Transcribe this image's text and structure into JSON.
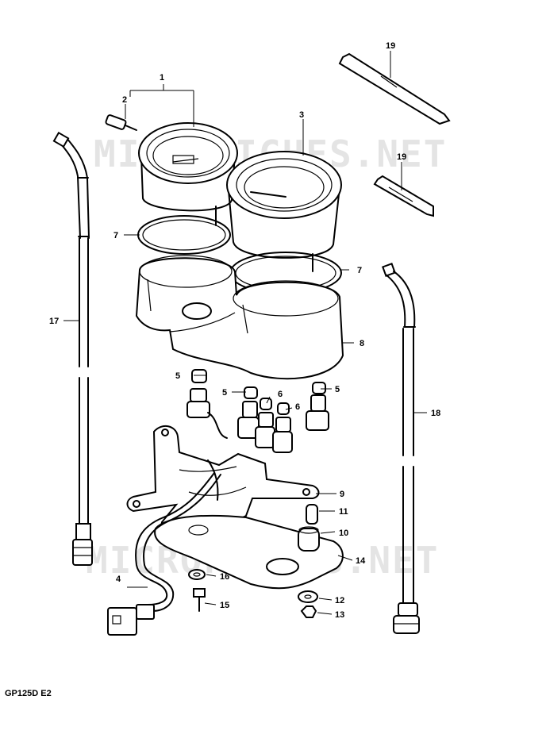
{
  "diagram": {
    "caption": "GP125D E2",
    "watermark": "MICROFICHES.NET",
    "callouts": [
      {
        "id": "c1",
        "label": "1"
      },
      {
        "id": "c2",
        "label": "2"
      },
      {
        "id": "c3",
        "label": "3"
      },
      {
        "id": "c4",
        "label": "4"
      },
      {
        "id": "c5a",
        "label": "5"
      },
      {
        "id": "c5b",
        "label": "5"
      },
      {
        "id": "c5c",
        "label": "5"
      },
      {
        "id": "c6a",
        "label": "6"
      },
      {
        "id": "c6b",
        "label": "6"
      },
      {
        "id": "c7a",
        "label": "7"
      },
      {
        "id": "c7b",
        "label": "7"
      },
      {
        "id": "c8",
        "label": "8"
      },
      {
        "id": "c9",
        "label": "9"
      },
      {
        "id": "c10",
        "label": "10"
      },
      {
        "id": "c11",
        "label": "11"
      },
      {
        "id": "c12",
        "label": "12"
      },
      {
        "id": "c13",
        "label": "13"
      },
      {
        "id": "c14",
        "label": "14"
      },
      {
        "id": "c15",
        "label": "15"
      },
      {
        "id": "c16",
        "label": "16"
      },
      {
        "id": "c17",
        "label": "17"
      },
      {
        "id": "c18",
        "label": "18"
      },
      {
        "id": "c19a",
        "label": "19"
      },
      {
        "id": "c19b",
        "label": "19"
      }
    ]
  }
}
